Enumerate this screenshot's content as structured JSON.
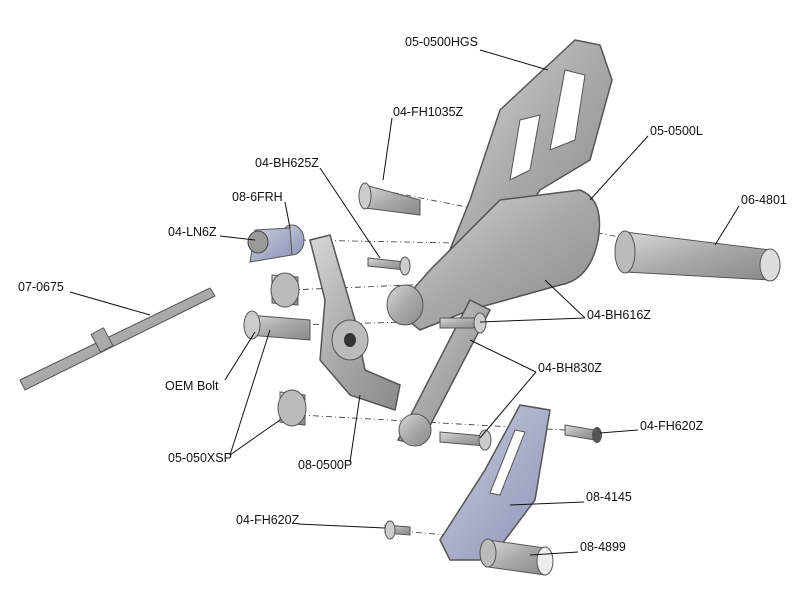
{
  "labels": {
    "hgs": "05-0500HGS",
    "fh1035z": "04-FH1035Z",
    "l0500": "05-0500L",
    "bh625z": "04-BH625Z",
    "frh": "08-6FRH",
    "peg": "06-4801",
    "ln6z": "04-LN6Z",
    "rod": "07-0675",
    "bh616z": "04-BH616Z",
    "oem": "OEM Bolt",
    "bh830z": "04-BH830Z",
    "xsp": "05-050XSP",
    "p0500": "08-0500P",
    "fh620z_right": "04-FH620Z",
    "plate": "08-4145",
    "fh620z_left": "04-FH620Z",
    "sleeve": "08-4899"
  }
}
